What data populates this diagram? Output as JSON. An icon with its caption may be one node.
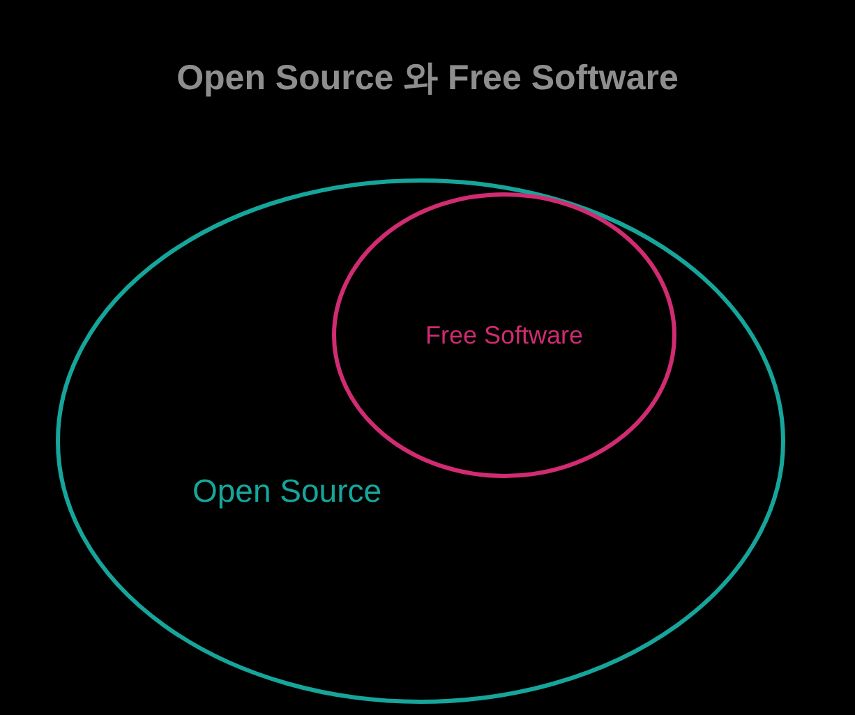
{
  "diagram": {
    "title": "Open Source 와 Free Software",
    "nodes": [
      {
        "text": [
          "Open Source"
        ]
      },
      {
        "text": [
          "Free Software"
        ],
        "in": 0
      }
    ]
  }
}
